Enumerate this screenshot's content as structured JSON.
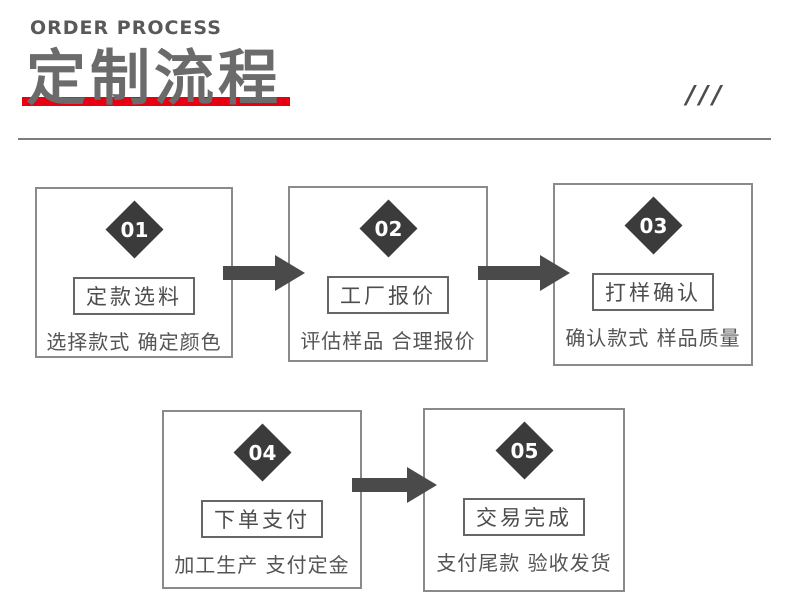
{
  "header": {
    "eyebrow": "ORDER PROCESS",
    "title": "定制流程",
    "slashes": "///"
  },
  "steps": [
    {
      "number": "01",
      "button": "定款选料",
      "caption": "选择款式 确定颜色"
    },
    {
      "number": "02",
      "button": "工厂报价",
      "caption": "评估样品 合理报价"
    },
    {
      "number": "03",
      "button": "打样确认",
      "caption": "确认款式 样品质量"
    },
    {
      "number": "04",
      "button": "下单支付",
      "caption": "加工生产 支付定金"
    },
    {
      "number": "05",
      "button": "交易完成",
      "caption": "支付尾款 验收发货"
    }
  ],
  "icons": {
    "step_connector": "arrow-right"
  },
  "colors": {
    "accent_red_bar": "#e60012",
    "diamond_fill": "#3b3b3b",
    "arrow_fill": "#4a4a4a",
    "box_border": "#8a8a8a",
    "title_text": "#6b6b6b",
    "body_text": "#555555"
  }
}
